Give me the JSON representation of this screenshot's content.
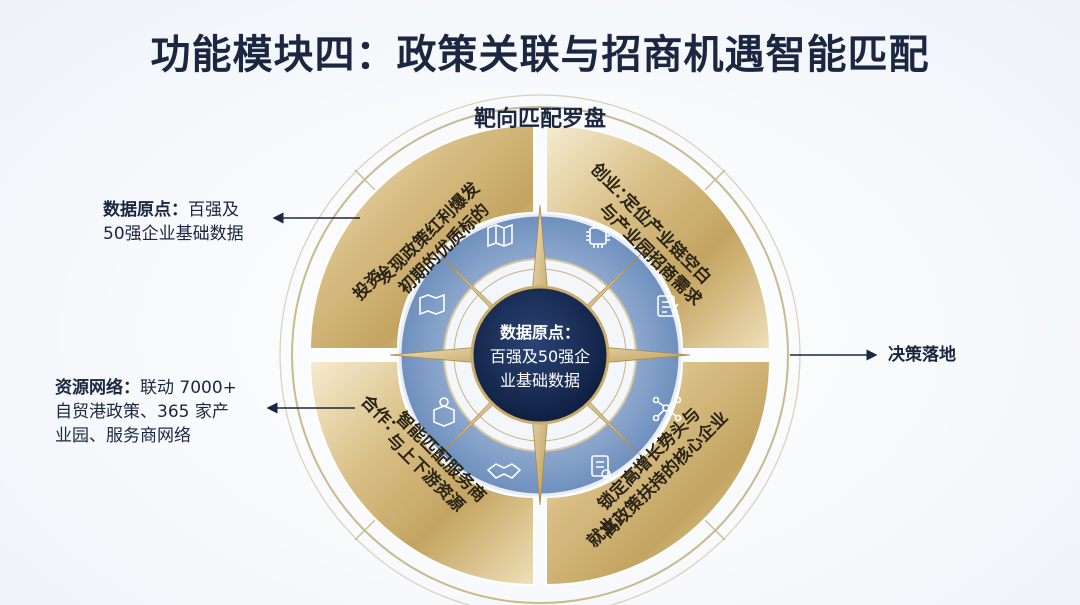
{
  "title": "功能模块四：政策关联与招商机遇智能匹配",
  "compass_title": "靶向匹配罗盘",
  "center": {
    "line1": "数据原点：",
    "line2": "百强及50强企",
    "line3": "业基础数据"
  },
  "quadrants": {
    "invest": {
      "label": "投资：",
      "line1": "发现政策红利爆发",
      "line2": "初期的优质标的"
    },
    "startup": {
      "label": "创业：",
      "line1": "定位产业链空白",
      "line2": "与产业园招商需求"
    },
    "cooperate": {
      "label": "合作：",
      "line1": "智能匹配服务商",
      "line2": "与上下游资源"
    },
    "employ": {
      "label": "就业：",
      "line1": "锁定高增长势头与",
      "line2": "高政策扶持的核心企业"
    }
  },
  "left_top": {
    "label": "数据原点：",
    "text1": "百强及",
    "text2": "50强企业基础数据"
  },
  "left_bottom": {
    "label": "资源网络：",
    "text1": "联动 7000+",
    "text2": "自贸港政策、365 家产",
    "text3": "业园、服务商网络"
  },
  "right": {
    "label": "决策落地"
  },
  "icons": [
    "map-icon",
    "chip-icon",
    "document-edit-icon",
    "network-icon",
    "report-icon",
    "handshake-icon",
    "location-icon",
    "map-fold-icon"
  ],
  "colors": {
    "navy": "#13244a",
    "gold": "#c9ab6a",
    "blue": "#7f9cc4",
    "text": "#1b2640"
  }
}
